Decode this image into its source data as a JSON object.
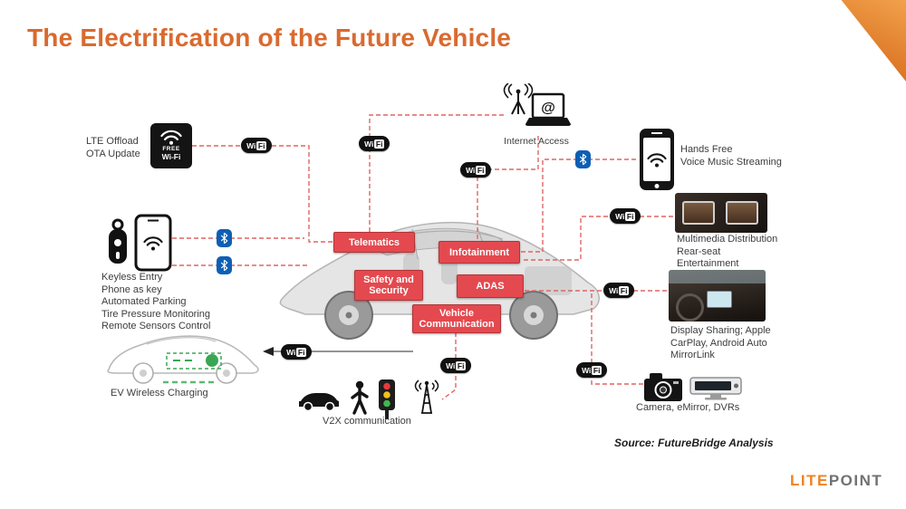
{
  "slide": {
    "title": "The Electrification of the Future Vehicle",
    "source": "Source:  FutureBridge Analysis",
    "logo_lite": "LITE",
    "logo_point": "POINT"
  },
  "car_modules": [
    "Telematics",
    "Infotainment",
    "Safety and Security",
    "ADAS",
    "Vehicle Communication"
  ],
  "icons": {
    "wifi_wi": "Wi",
    "wifi_fi": "Fi",
    "free_label": "FREE",
    "wifi_label": "Wi-Fi",
    "at_symbol": "@"
  },
  "nodes": {
    "lte": {
      "lines": [
        "LTE Offload",
        "OTA Update"
      ]
    },
    "internet": {
      "label": "Internet Access"
    },
    "handsfree": {
      "lines": [
        "Hands Free",
        "Voice Music Streaming"
      ]
    },
    "multimedia": {
      "lines": [
        "Multimedia Distribution",
        "Rear-seat",
        "Entertainment"
      ]
    },
    "display": {
      "lines": [
        "Display Sharing; Apple",
        "CarPlay, Android Auto",
        "MirrorLink"
      ]
    },
    "camera": {
      "label": "Camera, eMirror, DVRs"
    },
    "keyless": {
      "lines": [
        "Keyless Entry",
        "Phone as key",
        "Automated Parking",
        "Tire Pressure Monitoring",
        "Remote Sensors Control"
      ]
    },
    "ev": {
      "label": "EV Wireless Charging"
    },
    "v2x": {
      "label": "V2X communication"
    }
  },
  "colors": {
    "accent_orange": "#D96A2F",
    "module_red": "#E4494F",
    "line_red": "#E06565",
    "bluetooth_blue": "#0E5FB4"
  }
}
